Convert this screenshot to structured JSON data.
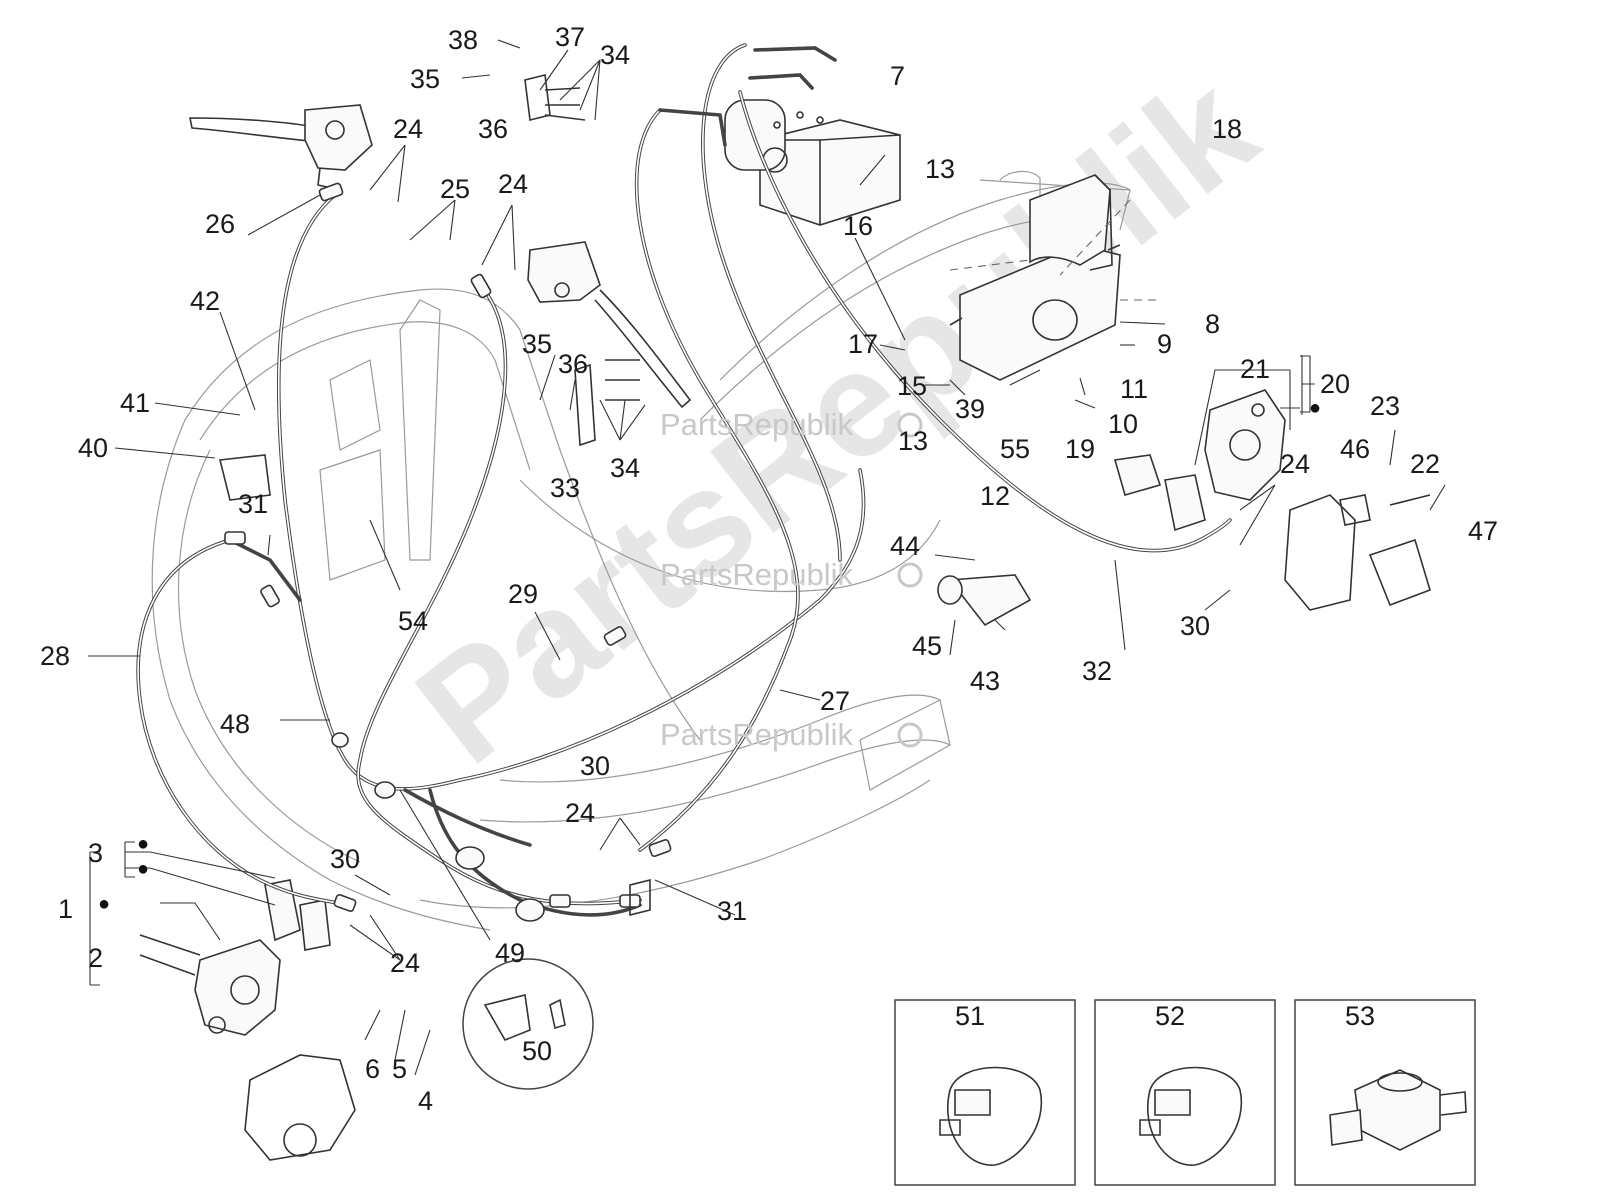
{
  "watermark": {
    "brand": "PartsRepublik",
    "diagonal": "PartsRepublik"
  },
  "bullet_marker": "●",
  "callouts": [
    {
      "id": "1",
      "label": "1"
    },
    {
      "id": "2",
      "label": "2"
    },
    {
      "id": "3",
      "label": "3"
    },
    {
      "id": "4",
      "label": "4"
    },
    {
      "id": "5",
      "label": "5"
    },
    {
      "id": "6",
      "label": "6"
    },
    {
      "id": "7",
      "label": "7"
    },
    {
      "id": "8",
      "label": "8"
    },
    {
      "id": "9",
      "label": "9"
    },
    {
      "id": "10",
      "label": "10"
    },
    {
      "id": "11",
      "label": "11"
    },
    {
      "id": "12",
      "label": "12"
    },
    {
      "id": "13a",
      "label": "13"
    },
    {
      "id": "13b",
      "label": "13"
    },
    {
      "id": "15",
      "label": "15"
    },
    {
      "id": "16",
      "label": "16"
    },
    {
      "id": "17",
      "label": "17"
    },
    {
      "id": "18",
      "label": "18"
    },
    {
      "id": "19",
      "label": "19"
    },
    {
      "id": "20",
      "label": "20"
    },
    {
      "id": "21",
      "label": "21"
    },
    {
      "id": "22",
      "label": "22"
    },
    {
      "id": "23",
      "label": "23"
    },
    {
      "id": "24a",
      "label": "24"
    },
    {
      "id": "24b",
      "label": "24"
    },
    {
      "id": "24c",
      "label": "24"
    },
    {
      "id": "24d",
      "label": "24"
    },
    {
      "id": "24e",
      "label": "24"
    },
    {
      "id": "25",
      "label": "25"
    },
    {
      "id": "26",
      "label": "26"
    },
    {
      "id": "27",
      "label": "27"
    },
    {
      "id": "28",
      "label": "28"
    },
    {
      "id": "29",
      "label": "29"
    },
    {
      "id": "30a",
      "label": "30"
    },
    {
      "id": "30b",
      "label": "30"
    },
    {
      "id": "30c",
      "label": "30"
    },
    {
      "id": "31a",
      "label": "31"
    },
    {
      "id": "31b",
      "label": "31"
    },
    {
      "id": "32",
      "label": "32"
    },
    {
      "id": "33",
      "label": "33"
    },
    {
      "id": "34a",
      "label": "34"
    },
    {
      "id": "34b",
      "label": "34"
    },
    {
      "id": "35a",
      "label": "35"
    },
    {
      "id": "35b",
      "label": "35"
    },
    {
      "id": "36a",
      "label": "36"
    },
    {
      "id": "36b",
      "label": "36"
    },
    {
      "id": "37",
      "label": "37"
    },
    {
      "id": "38",
      "label": "38"
    },
    {
      "id": "39",
      "label": "39"
    },
    {
      "id": "40",
      "label": "40"
    },
    {
      "id": "41",
      "label": "41"
    },
    {
      "id": "42",
      "label": "42"
    },
    {
      "id": "43",
      "label": "43"
    },
    {
      "id": "44",
      "label": "44"
    },
    {
      "id": "45",
      "label": "45"
    },
    {
      "id": "46",
      "label": "46"
    },
    {
      "id": "47",
      "label": "47"
    },
    {
      "id": "48",
      "label": "48"
    },
    {
      "id": "49",
      "label": "49"
    },
    {
      "id": "50",
      "label": "50"
    },
    {
      "id": "51",
      "label": "51"
    },
    {
      "id": "52",
      "label": "52"
    },
    {
      "id": "53",
      "label": "53"
    },
    {
      "id": "54",
      "label": "54"
    },
    {
      "id": "55",
      "label": "55"
    }
  ]
}
